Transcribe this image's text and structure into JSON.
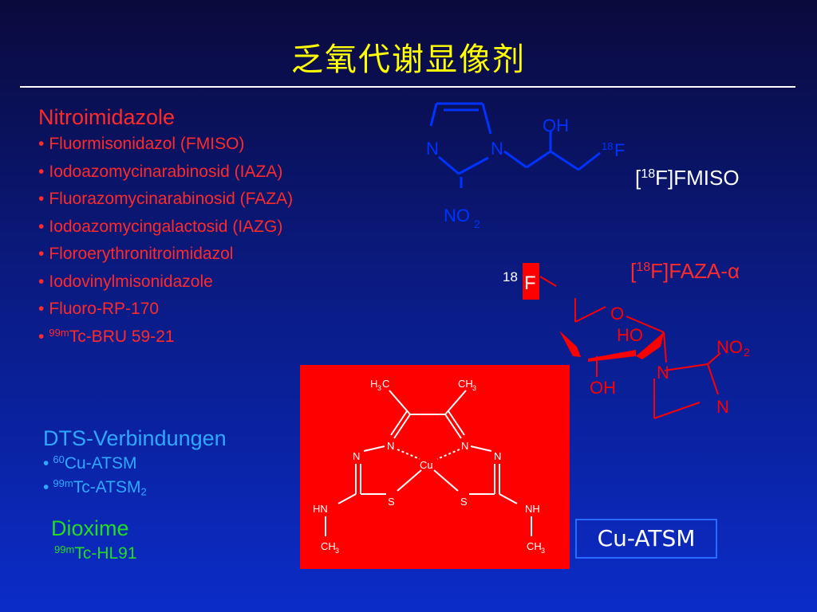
{
  "slide": {
    "title": "乏氧代谢显像剂"
  },
  "nitroimidazole": {
    "heading": "Nitroimidazole",
    "items": [
      "Fluormisonidazol (FMISO)",
      "Iodoazomycinarabinosid (IAZA)",
      "Fluorazomycinarabinosid (FAZA)",
      "Iodoazomycingalactosid (IAZG)",
      "Floroerythronitroimidazol",
      "Iodovinylmisonidazole",
      "Fluoro-RP-170"
    ],
    "item_tc": {
      "isotope": "99m",
      "name": "Tc-BRU 59-21"
    }
  },
  "fmiso": {
    "label_isotope": "18",
    "label_pre": "[",
    "label_post": "F]FMISO",
    "atoms": {
      "oh": "OH",
      "n1": "N",
      "n2": "N",
      "f_iso": "18",
      "f": "F",
      "no2": "NO",
      "no2_sub": "2"
    }
  },
  "faza": {
    "label_pre": "[",
    "label_isotope": "18",
    "label_post": "F]FAZA-",
    "label_greek": "α",
    "atoms": {
      "f_iso": "18",
      "f": "F",
      "o": "O",
      "ho": "HO",
      "oh": "OH",
      "n1": "N",
      "n2": "N",
      "no2": "NO",
      "no2_sub": "2"
    }
  },
  "cu_atsm_structure": {
    "atoms": {
      "h3c": "H",
      "h3c_sub": "3",
      "h3c_c": "C",
      "ch3_top": "CH",
      "ch3_top_sub": "3",
      "n_left": "N",
      "n_right": "N",
      "cu": "Cu",
      "n_far_left": "N",
      "n_far_right": "N",
      "s_left": "S",
      "s_right": "S",
      "hn": "HN",
      "nh": "NH",
      "ch3_bl": "CH",
      "ch3_bl_sub": "3",
      "ch3_br": "CH",
      "ch3_br_sub": "3"
    }
  },
  "dts": {
    "heading": "DTS-Verbindungen",
    "item1": {
      "isotope": "60",
      "name": "Cu-ATSM"
    },
    "item2": {
      "isotope": "99m",
      "name": "Tc-ATSM",
      "sub": "2"
    }
  },
  "dioxime": {
    "heading": "Dioxime",
    "item": {
      "isotope": "99m",
      "name": "Tc-HL91"
    }
  },
  "cu_atsm_label": "Cu-ATSM",
  "colors": {
    "title": "#ffff00",
    "nitroimidazole_text": "#ff2a2a",
    "dts_text": "#2fa8ff",
    "dioxime_text": "#22dd22",
    "structure_bonds": "#0033ff",
    "faza_bonds": "#ff0000",
    "cu_atsm_box": "#ff0000"
  }
}
